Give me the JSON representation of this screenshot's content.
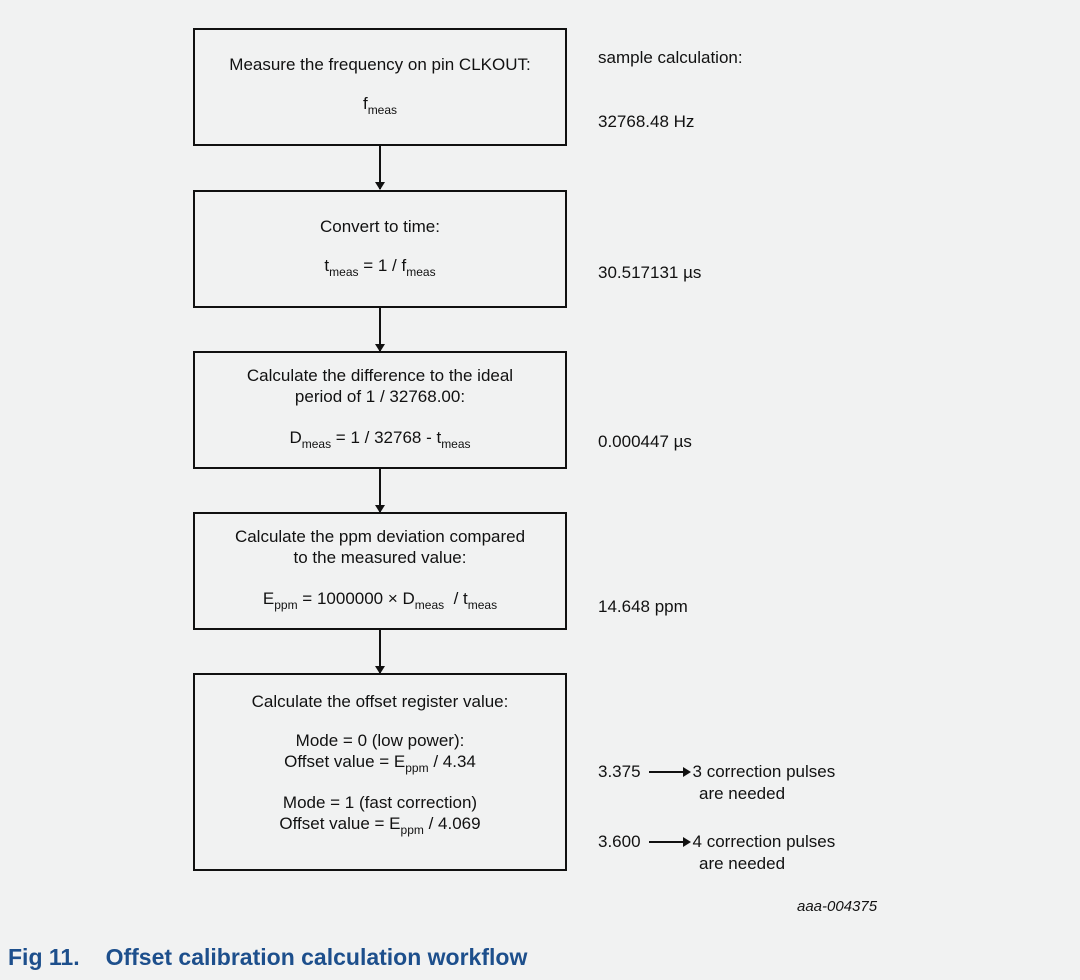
{
  "sample_header": "sample calculation:",
  "steps": [
    {
      "title": "Measure the frequency on pin CLKOUT:",
      "formula_base": "f",
      "formula_sub": "meas",
      "value": "32768.48 Hz"
    },
    {
      "title": "Convert to time:",
      "formula": {
        "a": "t",
        "a_sub": "meas",
        "mid": " = 1 / f",
        "b_sub": "meas"
      },
      "value": "30.517131 µs"
    },
    {
      "title_lines": [
        "Calculate the difference to the ideal",
        "period of 1 / 32768.00:"
      ],
      "formula": {
        "a": "D",
        "a_sub": "meas",
        "mid": " = 1 / 32768 - t",
        "b_sub": "meas"
      },
      "value": "0.000447 µs"
    },
    {
      "title_lines": [
        "Calculate the ppm deviation compared",
        "to the measured value:"
      ],
      "formula": {
        "a": "E",
        "a_sub": "ppm",
        "mid": " = 1000000 × D",
        "b_sub": "meas",
        "mid2": "  / t",
        "c_sub": "meas"
      },
      "value": "14.648 ppm"
    },
    {
      "title": "Calculate the offset register value:",
      "mode0_label": "Mode = 0 (low power):",
      "mode0_formula": {
        "a": "Offset value = E",
        "a_sub": "ppm",
        "rest": " / 4.34"
      },
      "mode1_label": "Mode = 1 (fast correction)",
      "mode1_formula": {
        "a": "Offset value = E",
        "a_sub": "ppm",
        "rest": " / 4.069"
      },
      "result0": {
        "value": "3.375",
        "line1": "3 correction pulses",
        "line2": "are needed"
      },
      "result1": {
        "value": "3.600",
        "line1": "4 correction pulses",
        "line2": "are needed"
      }
    }
  ],
  "figure_code": "aaa-004375",
  "caption": {
    "number": "Fig 11.",
    "text": "Offset calibration calculation workflow"
  },
  "colors": {
    "caption": "#1d4f8c",
    "background": "#f1f2f2"
  }
}
